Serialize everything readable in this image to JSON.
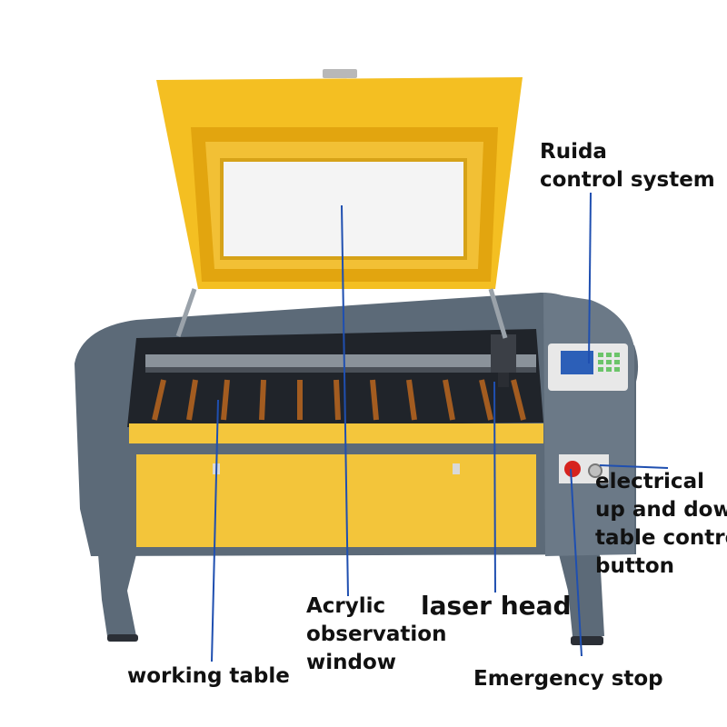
{
  "colors": {
    "frame": "#5c6a78",
    "frame_dark": "#3e4a56",
    "lid": "#f4bf22",
    "lid_edge": "#d79d0d",
    "panel": "#f3c53a",
    "window": "#f4f4f4",
    "leader": "#1f4fb0"
  },
  "labels": {
    "ruida": [
      "Ruida",
      "control system"
    ],
    "electrical": [
      "electrical",
      "up and down",
      "table control",
      "button"
    ],
    "acrylic": [
      "Acrylic",
      "observation",
      "window"
    ],
    "laser_head": "laser head",
    "working_table": "working table",
    "emergency_stop": "Emergency stop"
  }
}
